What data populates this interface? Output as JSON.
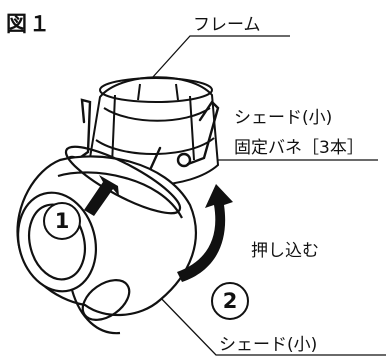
{
  "figure": {
    "title": "図１",
    "labels": {
      "frame": "フレーム",
      "shade_small_top": "シェード(小)",
      "fixed_spring": "固定バネ［3本］",
      "push_in": "押し込む",
      "shade_small_bottom": "シェード(小)"
    },
    "steps": [
      "1",
      "2"
    ]
  }
}
